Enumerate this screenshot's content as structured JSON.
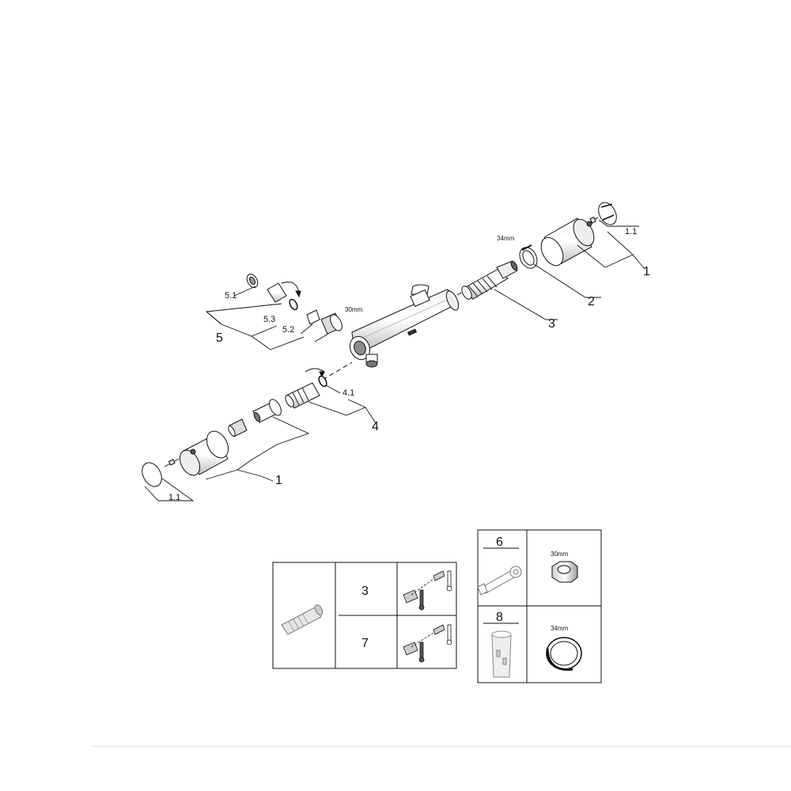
{
  "exploded_view": {
    "callouts": {
      "p1_top": "1",
      "p1_1_top": "1.1",
      "p2": "2",
      "p3": "3",
      "p4": "4",
      "p4_1": "4.1",
      "p5": "5",
      "p5_1": "5.1",
      "p5_2": "5.2",
      "p5_3": "5.3",
      "p1_bottom": "1",
      "p1_1_bottom": "1.1"
    },
    "sizes": {
      "nut_30": "30mm",
      "ring_34": "34mm"
    }
  },
  "spare_table_left": {
    "row1_number": "3",
    "row2_number": "7"
  },
  "spare_table_right": {
    "cell_6_number": "6",
    "cell_6_size": "30mm",
    "cell_8_number": "8",
    "cell_8_size": "34mm"
  },
  "colors": {
    "line": "#111111",
    "shade": "#8c8c8c",
    "light": "#d9d9d9",
    "footer": "#e2e2e2"
  }
}
